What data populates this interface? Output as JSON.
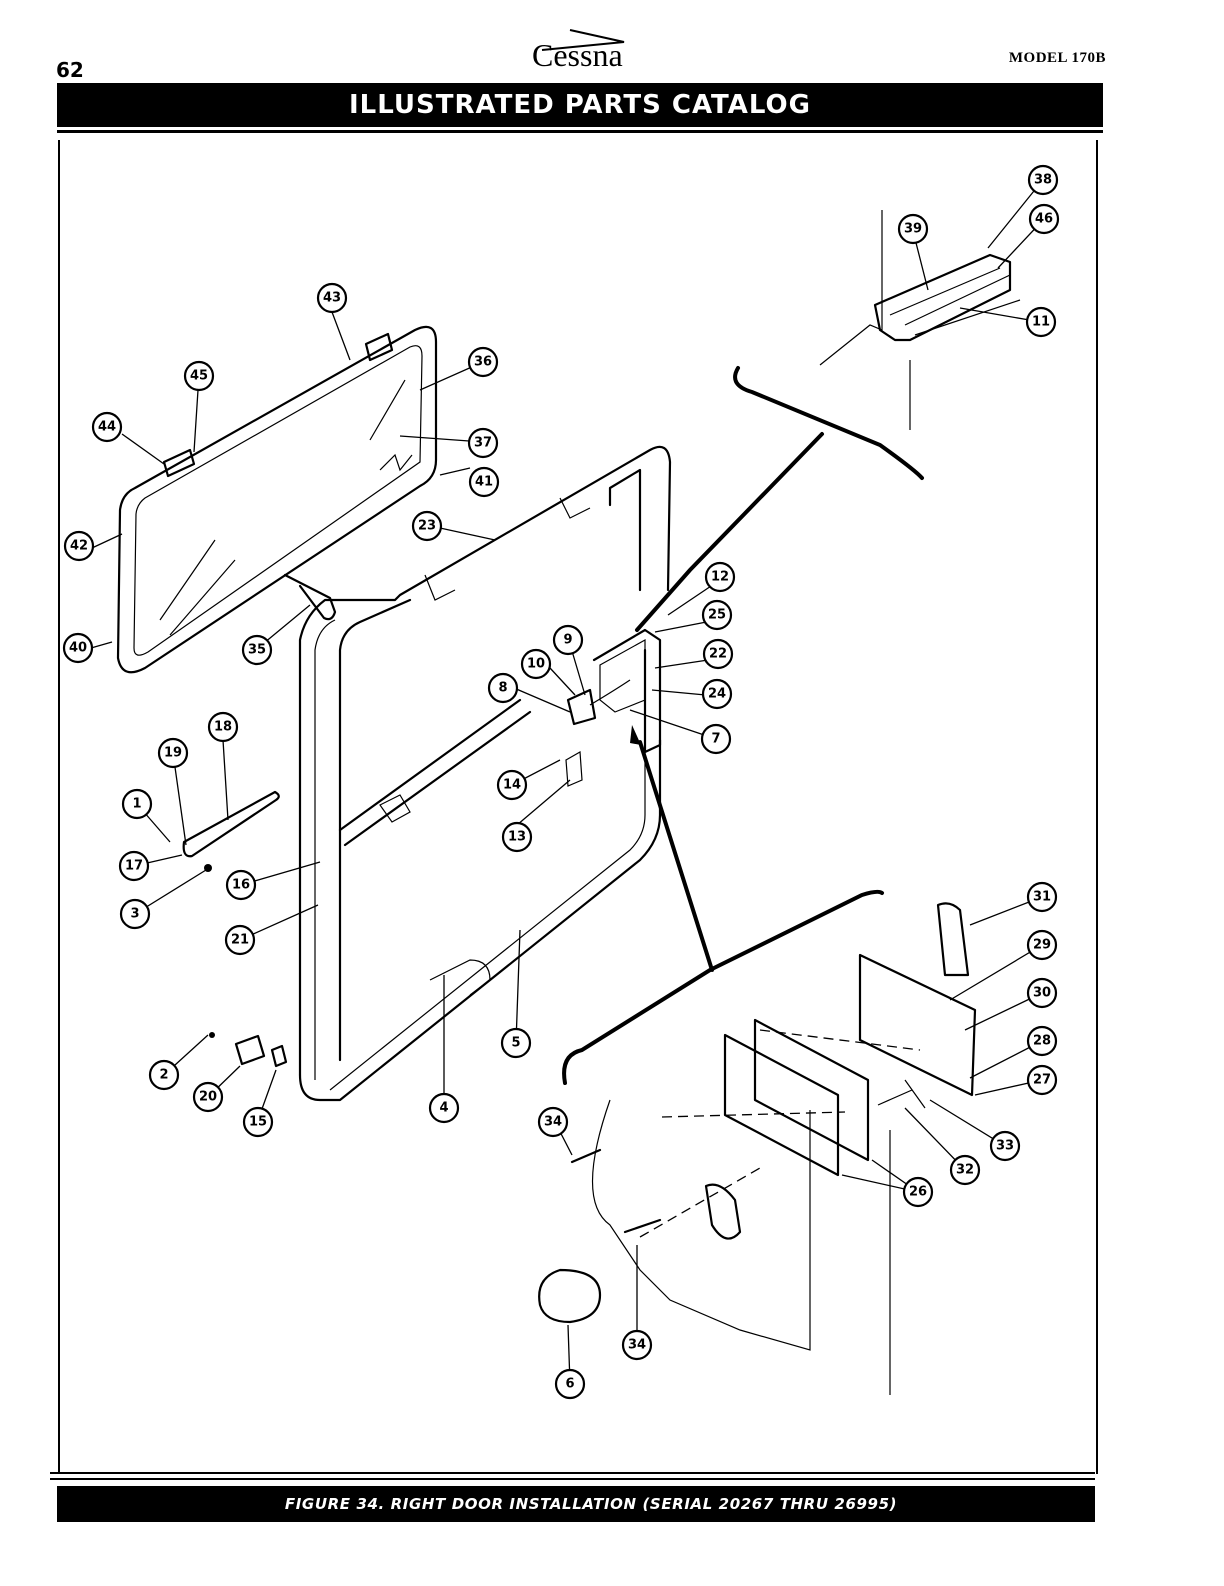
{
  "header": {
    "page_number": "62",
    "brand": "Cessna",
    "model": "MODEL 170B",
    "title": "ILLUSTRATED PARTS CATALOG"
  },
  "footer": {
    "caption": "FIGURE 34.   RIGHT DOOR INSTALLATION (SERIAL 20267 THRU 26995)"
  },
  "callouts": [
    "1",
    "2",
    "3",
    "4",
    "5",
    "6",
    "7",
    "8",
    "9",
    "10",
    "11",
    "12",
    "13",
    "14",
    "15",
    "16",
    "17",
    "18",
    "19",
    "20",
    "21",
    "22",
    "23",
    "24",
    "25",
    "26",
    "27",
    "28",
    "29",
    "30",
    "31",
    "32",
    "33",
    "34",
    "35",
    "36",
    "37",
    "38",
    "39",
    "40",
    "41",
    "42",
    "43",
    "44",
    "45",
    "46"
  ]
}
